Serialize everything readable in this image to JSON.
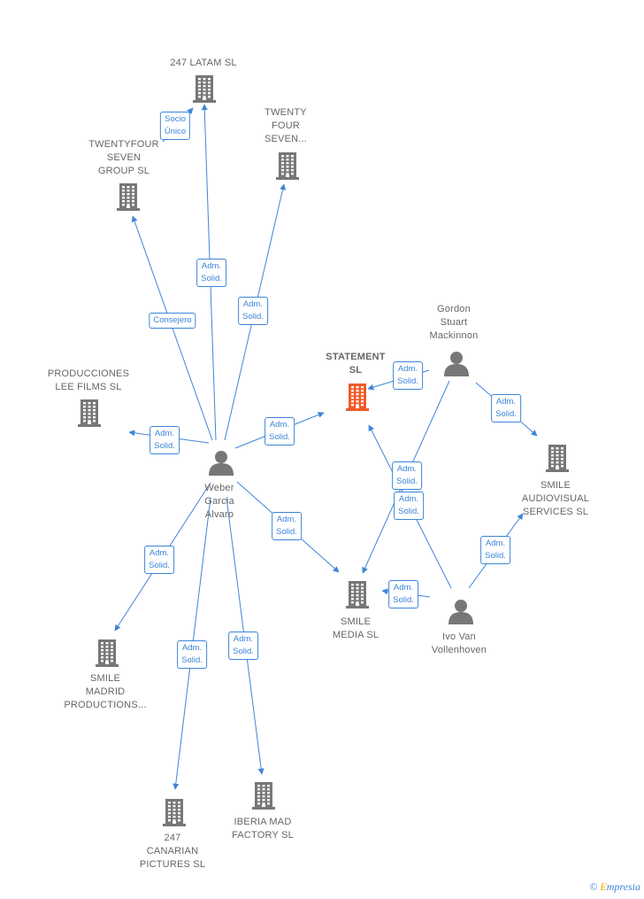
{
  "colors": {
    "edge": "#3d85d8",
    "node": "#777777",
    "focus": "#f05a28"
  },
  "nodes": {
    "latam": {
      "label": [
        "247 LATAM  SL"
      ],
      "kind": "company"
    },
    "twentyfour_seven_group": {
      "label": [
        "TWENTYFOUR",
        "SEVEN",
        "GROUP  SL"
      ],
      "kind": "company"
    },
    "twenty_four_seven": {
      "label": [
        "TWENTY",
        "FOUR",
        "SEVEN..."
      ],
      "kind": "company"
    },
    "producciones_lee": {
      "label": [
        "PRODUCCIONES",
        "LEE FILMS SL"
      ],
      "kind": "company"
    },
    "statement": {
      "label": [
        "STATEMENT",
        "SL"
      ],
      "kind": "focus"
    },
    "gordon": {
      "label": [
        "Gordon",
        "Stuart",
        "Mackinnon"
      ],
      "kind": "person"
    },
    "smile_audiovisual": {
      "label": [
        "SMILE",
        "AUDIOVISUAL",
        "SERVICES SL"
      ],
      "kind": "company"
    },
    "weber": {
      "label": [
        "Weber",
        "Garcia",
        "Alvaro"
      ],
      "kind": "person"
    },
    "smile_media": {
      "label": [
        "SMILE",
        "MEDIA SL"
      ],
      "kind": "company"
    },
    "ivo": {
      "label": [
        "Ivo Van",
        "Vollenhoven"
      ],
      "kind": "person"
    },
    "smile_madrid": {
      "label": [
        "SMILE",
        "MADRID",
        "PRODUCTIONS..."
      ],
      "kind": "company"
    },
    "canarian": {
      "label": [
        "247",
        "CANARIAN",
        "PICTURES  SL"
      ],
      "kind": "company"
    },
    "iberia": {
      "label": [
        "IBERIA MAD",
        "FACTORY  SL"
      ],
      "kind": "company"
    }
  },
  "edges": [
    {
      "from": "weber",
      "to": "latam",
      "label": [
        "Adm.",
        "Solid."
      ]
    },
    {
      "from": "twentyfour_seven_group",
      "to": "latam",
      "label": [
        "Socio",
        "Único"
      ]
    },
    {
      "from": "weber",
      "to": "twentyfour_seven_group",
      "label": [
        "Consejero"
      ]
    },
    {
      "from": "weber",
      "to": "twenty_four_seven",
      "label": [
        "Adm.",
        "Solid."
      ]
    },
    {
      "from": "weber",
      "to": "producciones_lee",
      "label": [
        "Adm.",
        "Solid."
      ]
    },
    {
      "from": "weber",
      "to": "statement",
      "label": [
        "Adm.",
        "Solid."
      ]
    },
    {
      "from": "weber",
      "to": "smile_media",
      "label": [
        "Adm.",
        "Solid."
      ]
    },
    {
      "from": "weber",
      "to": "smile_madrid",
      "label": [
        "Adm.",
        "Solid."
      ]
    },
    {
      "from": "weber",
      "to": "canarian",
      "label": [
        "Adm.",
        "Solid."
      ]
    },
    {
      "from": "weber",
      "to": "iberia",
      "label": [
        "Adm.",
        "Solid."
      ]
    },
    {
      "from": "gordon",
      "to": "statement",
      "label": [
        "Adm.",
        "Solid."
      ]
    },
    {
      "from": "gordon",
      "to": "smile_audiovisual",
      "label": [
        "Adm.",
        "Solid."
      ]
    },
    {
      "from": "gordon",
      "to": "smile_media",
      "label": [
        "Adm.",
        "Solid."
      ]
    },
    {
      "from": "ivo",
      "to": "statement",
      "label": [
        "Adm.",
        "Solid."
      ]
    },
    {
      "from": "ivo",
      "to": "smile_audiovisual",
      "label": [
        "Adm.",
        "Solid."
      ]
    },
    {
      "from": "ivo",
      "to": "smile_media",
      "label": [
        "Adm.",
        "Solid."
      ]
    }
  ],
  "footer": {
    "copyright_symbol": "©",
    "brand_first": "E",
    "brand_rest": "mpresia"
  }
}
